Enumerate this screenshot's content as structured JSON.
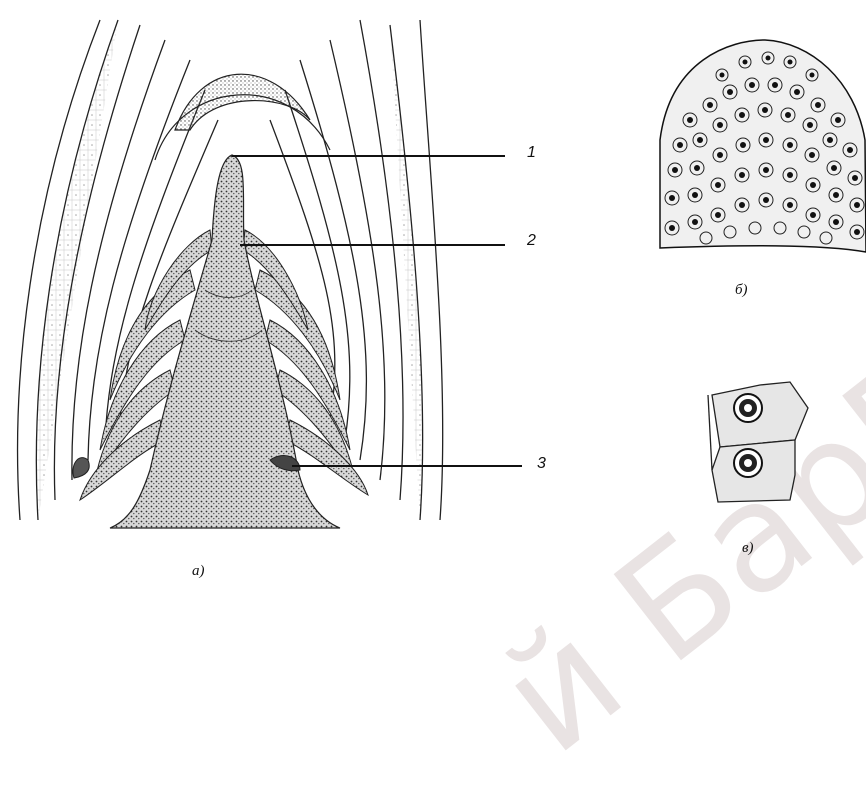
{
  "labels": {
    "part_a": "а)",
    "part_b": "б)",
    "part_v": "в)",
    "callout_1": "1",
    "callout_2": "2",
    "callout_3": "3"
  },
  "watermark": {
    "text": "й БарГУ",
    "color": "#e9e3e3"
  },
  "colors": {
    "ink": "#111111",
    "fill": "#f2f2f2"
  }
}
